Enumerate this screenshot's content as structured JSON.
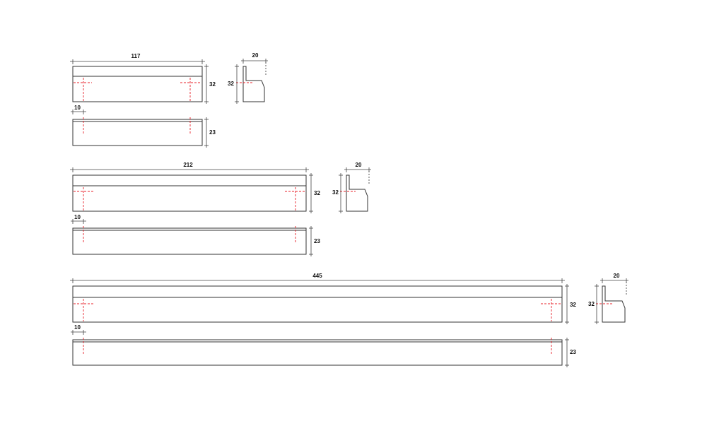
{
  "colors": {
    "outline": "#333333",
    "center_marks": "#e8202a",
    "background": "#ffffff"
  },
  "handles": [
    {
      "length": "117",
      "height": "32",
      "depth": "23",
      "hole_offset": "10",
      "profile_width": "20",
      "profile_height": "32"
    },
    {
      "length": "212",
      "height": "32",
      "depth": "23",
      "hole_offset": "10",
      "profile_width": "20",
      "profile_height": "32"
    },
    {
      "length": "445",
      "height": "32",
      "depth": "23",
      "hole_offset": "10",
      "profile_width": "20",
      "profile_height": "32"
    }
  ]
}
